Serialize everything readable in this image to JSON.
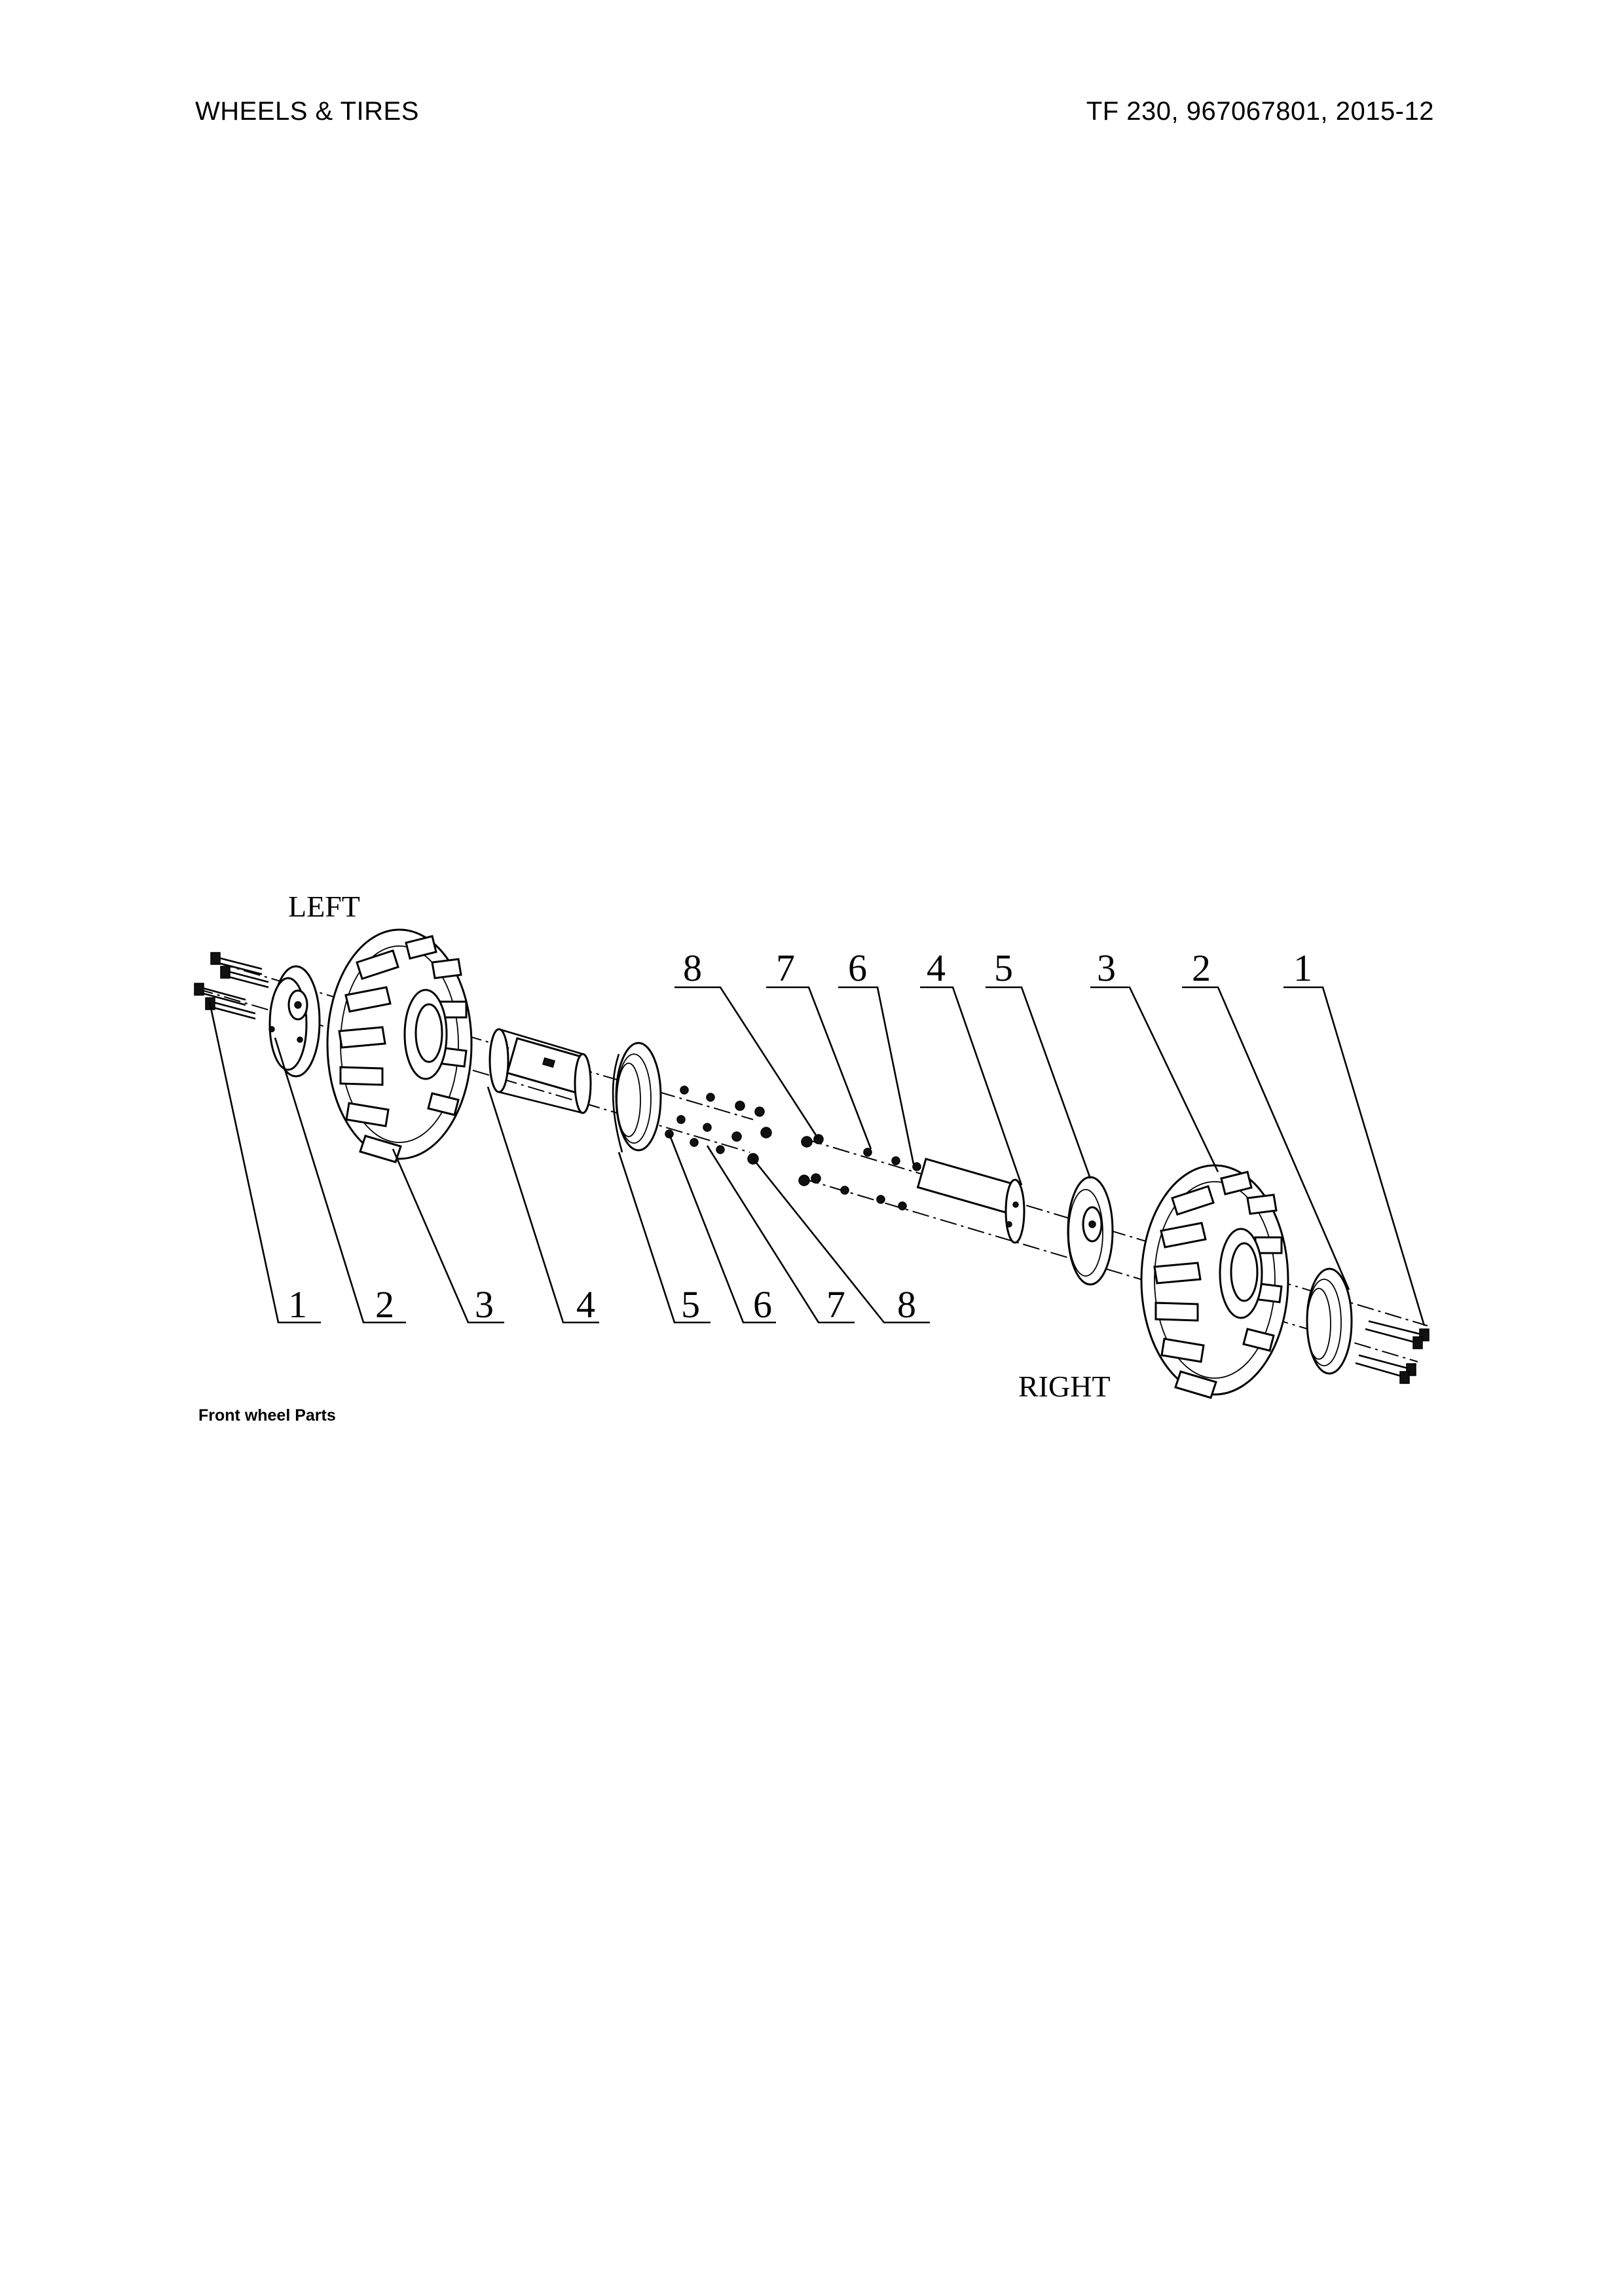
{
  "header": {
    "section_title": "WHEELS & TIRES",
    "doc_info": "TF 230, 967067801, 2015-12"
  },
  "diagram": {
    "left_label": "LEFT",
    "right_label": "RIGHT",
    "left_callouts": [
      "1",
      "2",
      "3",
      "4",
      "5",
      "6",
      "7",
      "8"
    ],
    "right_callouts": [
      "8",
      "7",
      "6",
      "4",
      "5",
      "3",
      "2",
      "1"
    ]
  },
  "caption": "Front wheel Parts"
}
